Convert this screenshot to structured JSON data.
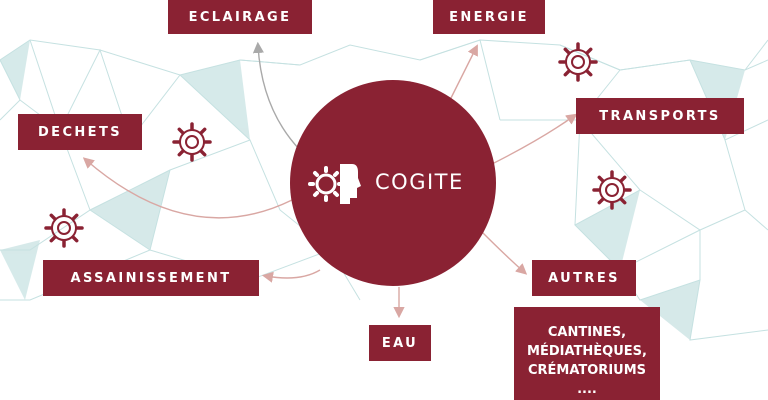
{
  "brand": {
    "name": "COGITE",
    "logo_icon": "head-gear-icon"
  },
  "colors": {
    "primary": "#8a2233",
    "network_line": "#c5e1e1",
    "network_fill": "#cfe6e6",
    "arrow": "#d9a7a3",
    "arrow_gray": "#a9a9a9",
    "gear": "#8a2233"
  },
  "domains": {
    "eclairage": "ECLAIRAGE",
    "energie": "ENERGIE",
    "dechets": "DECHETS",
    "transports": "TRANSPORTS",
    "assainissement": "ASSAINISSEMENT",
    "eau": "EAU",
    "autres": "AUTRES"
  },
  "others_note": {
    "lines": [
      "CANTINES,",
      "MÉDIATHÈQUES,",
      "CRÉMATORIUMS",
      "...."
    ]
  },
  "icons": [
    "gear-icon",
    "arrow-icon",
    "head-gear-icon"
  ]
}
